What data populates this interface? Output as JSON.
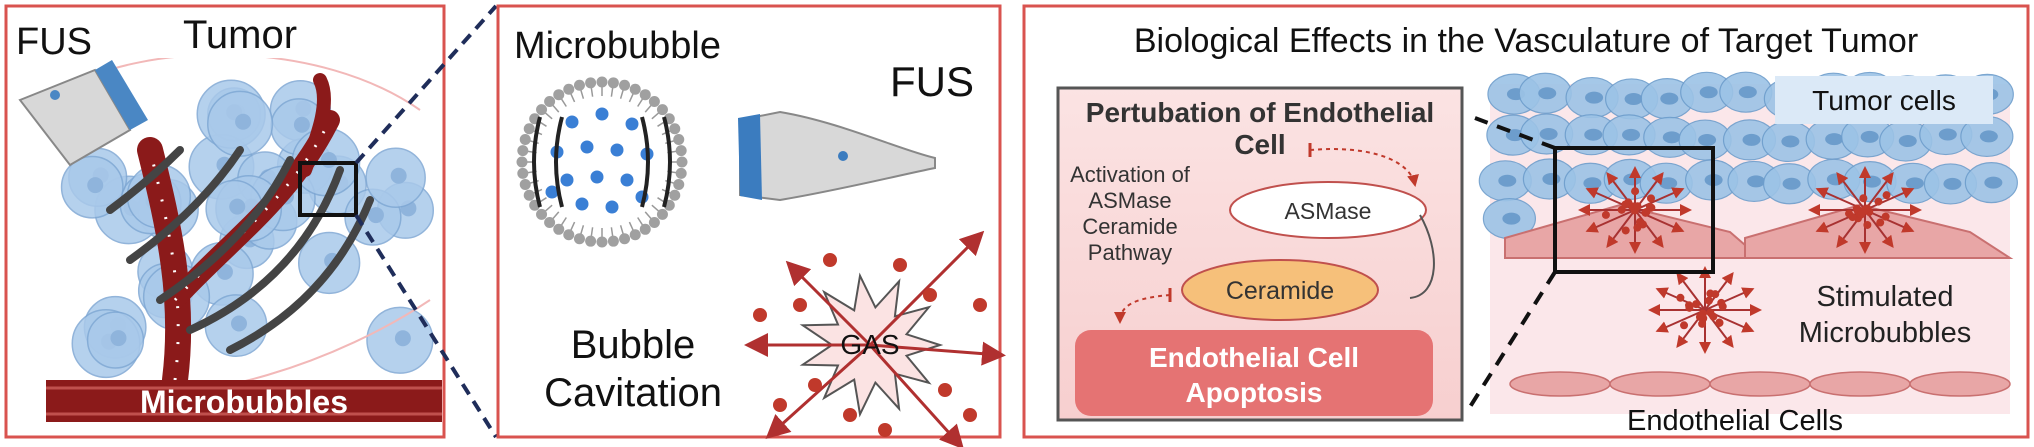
{
  "panel1": {
    "fus_label": "FUS",
    "tumor_label": "Tumor",
    "microbubbles_label": "Microbubbles"
  },
  "panel2": {
    "microbubble_label": "Microbubble",
    "fus_label": "FUS",
    "gas_label": "GAS",
    "cavitation_line1": "Bubble",
    "cavitation_line2": "Cavitation"
  },
  "panel3": {
    "title": "Biological Effects in the Vasculature of Target Tumor",
    "perturbation_line1": "Pertubation of Endothelial",
    "perturbation_line2": "Cell",
    "activation_line1": "Activation of",
    "activation_line2": "ASMase",
    "activation_line3": "Ceramide",
    "activation_line4": "Pathway",
    "asmase_label": "ASMase",
    "ceramide_label": "Ceramide",
    "apoptosis_line1": "Endothelial Cell",
    "apoptosis_line2": "Apoptosis",
    "tumor_cells_label": "Tumor cells",
    "stimulated_line1": "Stimulated",
    "stimulated_line2": "Microbubbles",
    "endothelial_cells_label": "Endothelial Cells"
  },
  "colors": {
    "panel_border": "#d9534f",
    "vessel": "#8b1a1a",
    "cell_blue": "#9cc3e6",
    "bubble_blue": "#3a7fd5",
    "bubble_red": "#c0392b",
    "apoptosis_fill": "#e57373",
    "ceramide_fill": "#f6c07a"
  }
}
